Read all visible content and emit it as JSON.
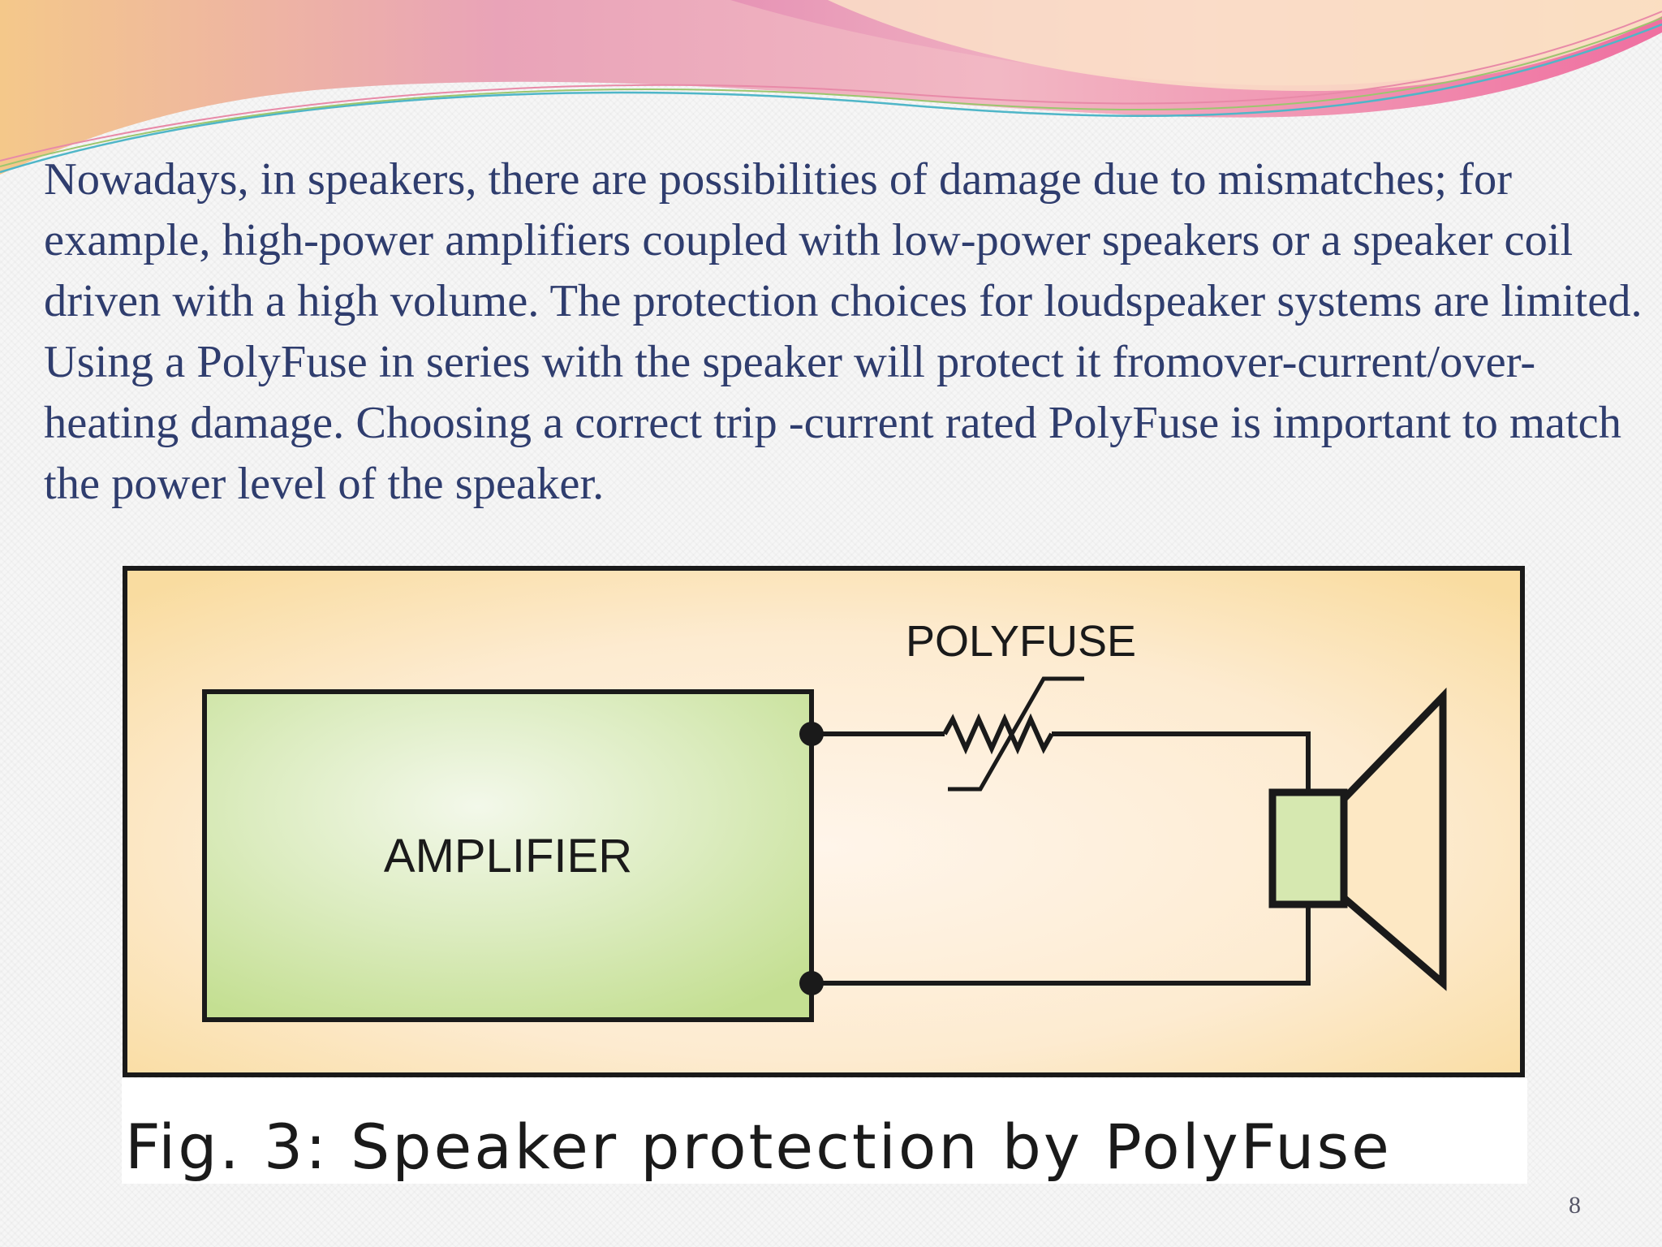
{
  "slide": {
    "body_text": "Nowadays, in speakers, there are possibilities of damage due to mismatches; for example, high-power amplifiers coupled with low-power speakers or a speaker coil driven with a high volume. The protection choices for loudspeaker systems are limited. Using a PolyFuse in series with the speaker will protect it fromover-current/over-heating damage. Choosing a correct trip -current rated PolyFuse is important to match the power level of the speaker.",
    "page_number": "8"
  },
  "figure": {
    "amplifier_label": "AMPLIFIER",
    "polyfuse_label": "POLYFUSE",
    "caption": "Fig. 3: Speaker protection by PolyFuse",
    "colors": {
      "panel_background": "#fbe7c6",
      "amplifier_fill": "#d6e8b0",
      "speaker_fill": "#d6e8b0",
      "outline": "#1a1a1a"
    }
  }
}
